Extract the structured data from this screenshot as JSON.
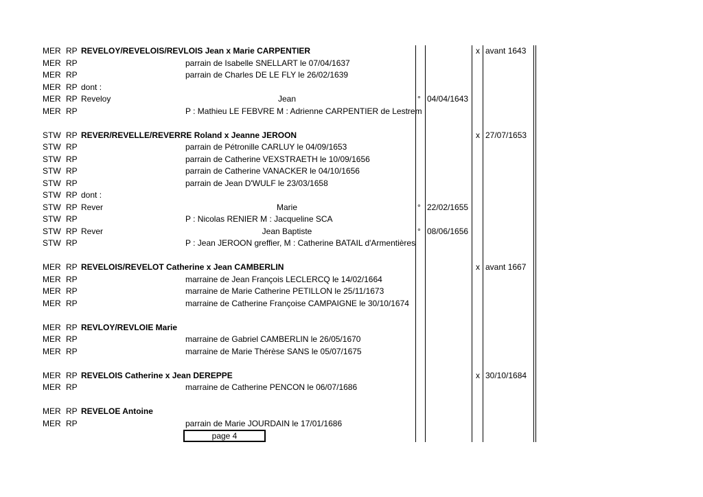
{
  "rows": [
    {
      "loc": "MER",
      "rp": "RP",
      "main": "REVELOY/REVELOIS/REVLOIS Jean x Marie CARPENTIER",
      "bold": true,
      "det": "",
      "first": "",
      "deg": "",
      "bd": "",
      "x": "x",
      "md": "avant 1643"
    },
    {
      "loc": "MER",
      "rp": "RP",
      "main": "",
      "bold": false,
      "det": "parrain de Isabelle SNELLART le 07/04/1637",
      "first": "",
      "deg": "",
      "bd": "",
      "x": "",
      "md": ""
    },
    {
      "loc": "MER",
      "rp": "RP",
      "main": "",
      "bold": false,
      "det": "parrain de Charles DE LE FLY le 26/02/1639",
      "first": "",
      "deg": "",
      "bd": "",
      "x": "",
      "md": ""
    },
    {
      "loc": "MER",
      "rp": "RP",
      "main": "dont :",
      "bold": false,
      "det": "",
      "first": "",
      "deg": "",
      "bd": "",
      "x": "",
      "md": ""
    },
    {
      "loc": "MER",
      "rp": "RP",
      "main": "Reveloy",
      "bold": false,
      "det": "",
      "first": "Jean",
      "deg": "°",
      "bd": "04/04/1643",
      "x": "",
      "md": ""
    },
    {
      "loc": "MER",
      "rp": "RP",
      "main": "",
      "bold": false,
      "det": "P : Mathieu LE FEBVRE M : Adrienne CARPENTIER de Lestrem",
      "first": "",
      "deg": "",
      "bd": "",
      "x": "",
      "md": ""
    },
    {
      "loc": "STW",
      "rp": "RP",
      "main": "REVER/REVELLE/REVERRE Roland x Jeanne JEROON",
      "bold": true,
      "det": "",
      "first": "",
      "deg": "",
      "bd": "",
      "x": "x",
      "md": "27/07/1653"
    },
    {
      "loc": "STW",
      "rp": "RP",
      "main": "",
      "bold": false,
      "det": "parrain de Pétronille CARLUY le 04/09/1653",
      "first": "",
      "deg": "",
      "bd": "",
      "x": "",
      "md": ""
    },
    {
      "loc": "STW",
      "rp": "RP",
      "main": "",
      "bold": false,
      "det": "parrain de Catherine VEXSTRAETH le 10/09/1656",
      "first": "",
      "deg": "",
      "bd": "",
      "x": "",
      "md": ""
    },
    {
      "loc": "STW",
      "rp": "RP",
      "main": "",
      "bold": false,
      "det": "parrain de Catherine VANACKER le 04/10/1656",
      "first": "",
      "deg": "",
      "bd": "",
      "x": "",
      "md": ""
    },
    {
      "loc": "STW",
      "rp": "RP",
      "main": "",
      "bold": false,
      "det": "parrain de Jean D'WULF le 23/03/1658",
      "first": "",
      "deg": "",
      "bd": "",
      "x": "",
      "md": ""
    },
    {
      "loc": "STW",
      "rp": "RP",
      "main": "dont :",
      "bold": false,
      "det": "",
      "first": "",
      "deg": "",
      "bd": "",
      "x": "",
      "md": ""
    },
    {
      "loc": "STW",
      "rp": "RP",
      "main": "Rever",
      "bold": false,
      "det": "",
      "first": "Marie",
      "deg": "°",
      "bd": "22/02/1655",
      "x": "",
      "md": ""
    },
    {
      "loc": "STW",
      "rp": "RP",
      "main": "",
      "bold": false,
      "det": "P : Nicolas RENIER M : Jacqueline SCA",
      "first": "",
      "deg": "",
      "bd": "",
      "x": "",
      "md": ""
    },
    {
      "loc": "STW",
      "rp": "RP",
      "main": "Rever",
      "bold": false,
      "det": "",
      "first": "Jean Baptiste",
      "deg": "°",
      "bd": "08/06/1656",
      "x": "",
      "md": ""
    },
    {
      "loc": "STW",
      "rp": "RP",
      "main": "",
      "bold": false,
      "det": "P : Jean JEROON greffier, M : Catherine BATAIL d'Armentières",
      "first": "",
      "deg": "",
      "bd": "",
      "x": "",
      "md": ""
    },
    {
      "loc": "MER",
      "rp": "RP",
      "main": "REVELOIS/REVELOT Catherine x Jean CAMBERLIN",
      "bold": true,
      "det": "",
      "first": "",
      "deg": "",
      "bd": "",
      "x": "x",
      "md": "avant 1667"
    },
    {
      "loc": "MER",
      "rp": "RP",
      "main": "",
      "bold": false,
      "det": "marraine de Jean François LECLERCQ le 14/02/1664",
      "first": "",
      "deg": "",
      "bd": "",
      "x": "",
      "md": ""
    },
    {
      "loc": "MER",
      "rp": "RP",
      "main": "",
      "bold": false,
      "det": "marraine de Marie Catherine PETILLON le 25/11/1673",
      "first": "",
      "deg": "",
      "bd": "",
      "x": "",
      "md": ""
    },
    {
      "loc": "MER",
      "rp": "RP",
      "main": "",
      "bold": false,
      "det": "marraine de Catherine Françoise CAMPAIGNE le 30/10/1674",
      "first": "",
      "deg": "",
      "bd": "",
      "x": "",
      "md": ""
    },
    {
      "loc": "MER",
      "rp": "RP",
      "main": "REVLOY/REVLOIE Marie",
      "bold": true,
      "det": "",
      "first": "",
      "deg": "",
      "bd": "",
      "x": "",
      "md": ""
    },
    {
      "loc": "MER",
      "rp": "RP",
      "main": "",
      "bold": false,
      "det": "marraine de Gabriel CAMBERLIN le 26/05/1670",
      "first": "",
      "deg": "",
      "bd": "",
      "x": "",
      "md": ""
    },
    {
      "loc": "MER",
      "rp": "RP",
      "main": "",
      "bold": false,
      "det": "marraine de Marie Thérèse SANS le 05/07/1675",
      "first": "",
      "deg": "",
      "bd": "",
      "x": "",
      "md": ""
    },
    {
      "loc": "MER",
      "rp": "RP",
      "main": "REVELOIS Catherine x Jean DEREPPE",
      "bold": true,
      "det": "",
      "first": "",
      "deg": "",
      "bd": "",
      "x": "x",
      "md": "30/10/1684"
    },
    {
      "loc": "MER",
      "rp": "RP",
      "main": "",
      "bold": false,
      "det": "marraine de Catherine PENCON le 06/07/1686",
      "first": "",
      "deg": "",
      "bd": "",
      "x": "",
      "md": ""
    },
    {
      "loc": "MER",
      "rp": "RP",
      "main": "REVELOE Antoine",
      "bold": true,
      "det": "",
      "first": "",
      "deg": "",
      "bd": "",
      "x": "",
      "md": ""
    },
    {
      "loc": "MER",
      "rp": "RP",
      "main": "",
      "bold": false,
      "det": "parrain de Marie JOURDAIN le 17/01/1686",
      "first": "",
      "deg": "",
      "bd": "",
      "x": "",
      "md": ""
    }
  ],
  "page_label": "page 4"
}
